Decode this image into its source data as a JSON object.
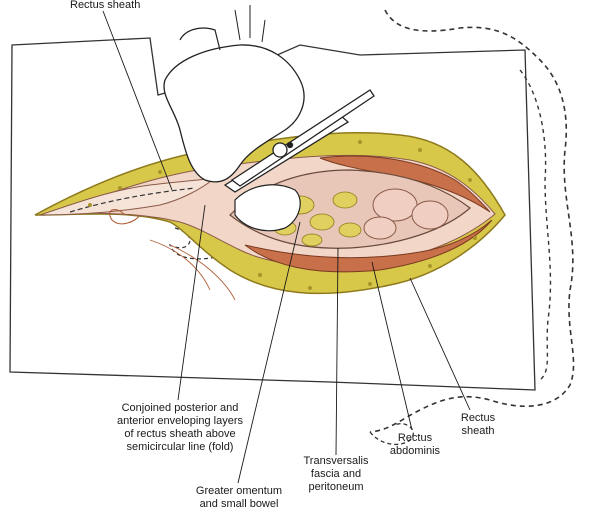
{
  "figure": {
    "labels": {
      "rectus_sheath_top": "Rectus sheath",
      "conjoined_layers": [
        "Conjoined posterior and",
        "anterior enveloping layers",
        "of rectus sheath above",
        "semicircular line (fold)"
      ],
      "greater_omentum": [
        "Greater omentum",
        "and small bowel"
      ],
      "transversalis": [
        "Transversalis",
        "fascia and",
        "peritoneum"
      ],
      "rectus_abdominis": [
        "Rectus",
        "abdominis"
      ],
      "rectus_sheath_right": [
        "Rectus",
        "sheath"
      ]
    },
    "colors": {
      "fat": "#d8c84a",
      "fat_dark": "#8e7a1c",
      "muscle": "#c8704a",
      "fascia": "#f2d6c8",
      "bowel": "#e9c7b8",
      "outline": "#222222"
    }
  }
}
